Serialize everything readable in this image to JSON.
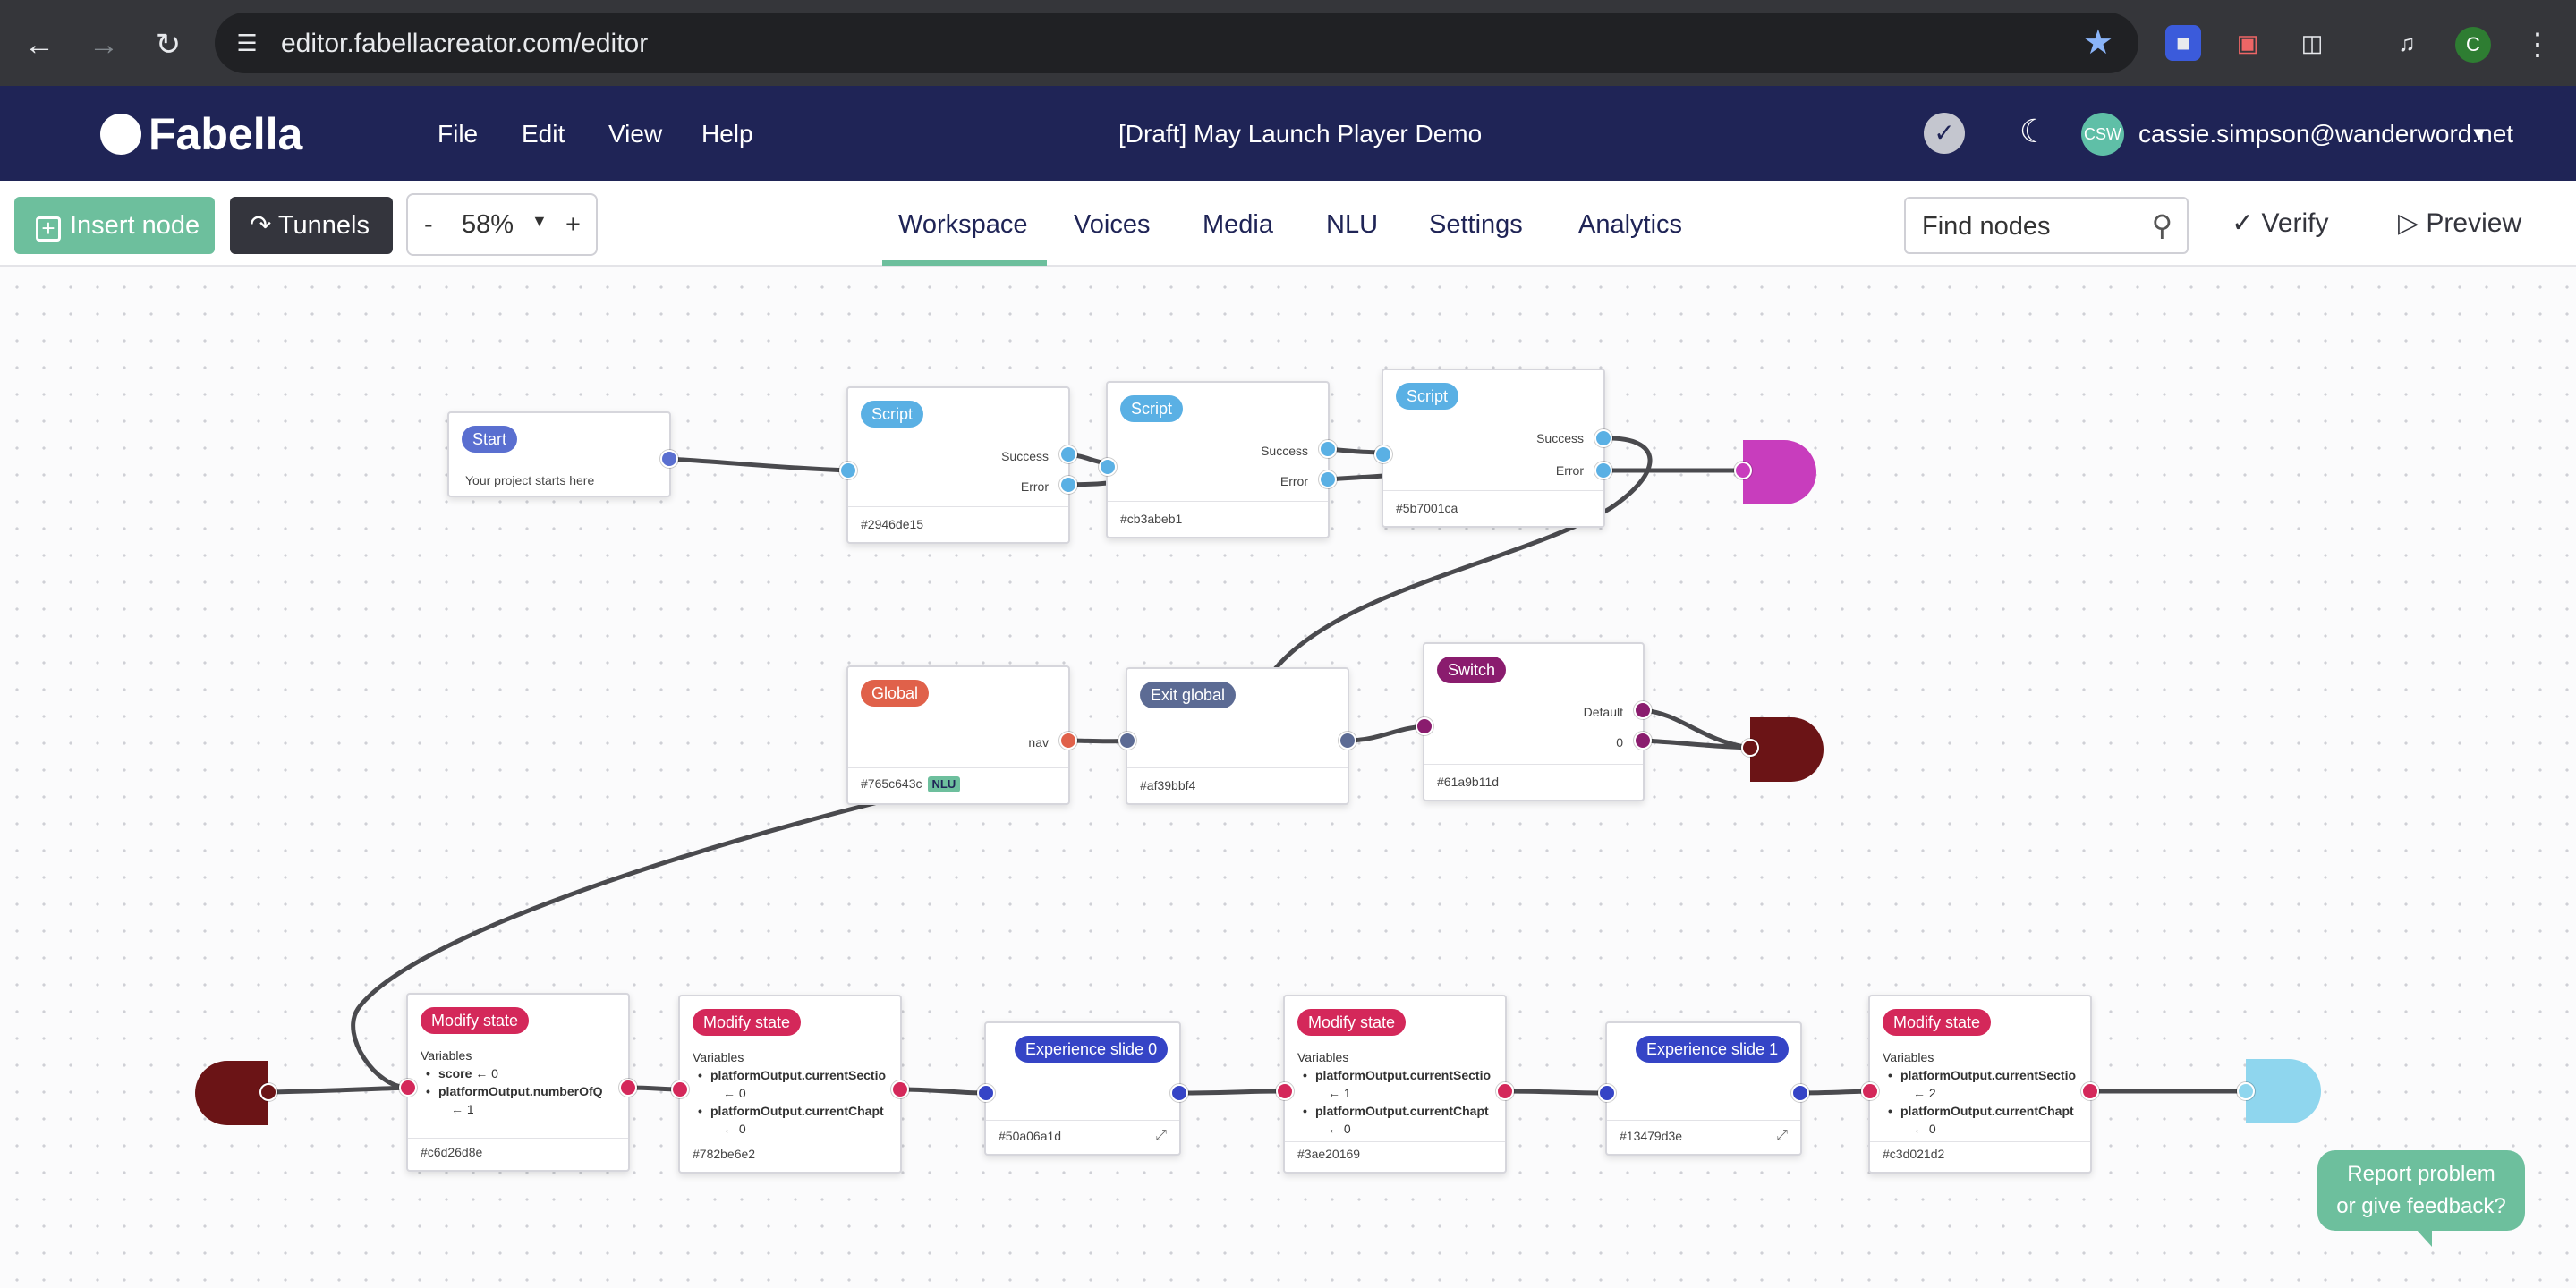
{
  "browser": {
    "url": "editor.fabellacreator.com/editor",
    "profile_initial": "C"
  },
  "header": {
    "logo_text": "Fabella",
    "menu": [
      "File",
      "Edit",
      "View",
      "Help"
    ],
    "project_title": "[Draft] May Launch Player Demo",
    "avatar_initials": "CSW",
    "user_email": "cassie.simpson@wanderword.net"
  },
  "toolbar": {
    "insert_node_label": "Insert node",
    "tunnels_label": "Tunnels",
    "zoom_minus": "-",
    "zoom_value": "58%",
    "zoom_plus": "+",
    "tabs": [
      "Workspace",
      "Voices",
      "Media",
      "NLU",
      "Settings",
      "Analytics"
    ],
    "active_tab": "Workspace",
    "find_placeholder": "Find nodes",
    "verify_label": "Verify",
    "preview_label": "Preview"
  },
  "colors": {
    "header_bg": "#1f2456",
    "accent_green": "#6dbf9d",
    "script": "#5ab0e4",
    "start": "#5a6fd0",
    "global": "#e0614a",
    "exit_global": "#5c6b94",
    "switch": "#8a1c6e",
    "modify_state": "#d4285a",
    "experience_slide": "#3544c6",
    "terminal_magenta": "#c83dbd",
    "terminal_dark": "#6b1416",
    "terminal_light": "#8fd6ee"
  },
  "nodes": {
    "start": {
      "label": "Start",
      "text": "Your project starts here"
    },
    "script1": {
      "label": "Script",
      "success": "Success",
      "error": "Error",
      "id": "#2946de15"
    },
    "script2": {
      "label": "Script",
      "success": "Success",
      "error": "Error",
      "id": "#cb3abeb1"
    },
    "script3": {
      "label": "Script",
      "success": "Success",
      "error": "Error",
      "id": "#5b7001ca"
    },
    "global": {
      "label": "Global",
      "port": "nav",
      "id": "#765c643c",
      "badge": "NLU"
    },
    "exit_global": {
      "label": "Exit global",
      "id": "#af39bbf4"
    },
    "switch": {
      "label": "Switch",
      "default": "Default",
      "case0": "0",
      "id": "#61a9b11d"
    },
    "modify1": {
      "label": "Modify state",
      "vars_title": "Variables",
      "v1": "score",
      "v1_val": "← 0",
      "v2": "platformOutput.numberOfQ",
      "v2_val": "← 1",
      "id": "#c6d26d8e"
    },
    "modify2": {
      "label": "Modify state",
      "vars_title": "Variables",
      "v1": "platformOutput.currentSectio",
      "v1_val": "← 0",
      "v2": "platformOutput.currentChapt",
      "v2_val": "← 0",
      "id": "#782be6e2"
    },
    "exp0": {
      "label": "Experience slide 0",
      "id": "#50a06a1d"
    },
    "modify3": {
      "label": "Modify state",
      "vars_title": "Variables",
      "v1": "platformOutput.currentSectio",
      "v1_val": "← 1",
      "v2": "platformOutput.currentChapt",
      "v2_val": "← 0",
      "id": "#3ae20169"
    },
    "exp1": {
      "label": "Experience slide 1",
      "id": "#13479d3e"
    },
    "modify4": {
      "label": "Modify state",
      "vars_title": "Variables",
      "v1": "platformOutput.currentSectio",
      "v1_val": "← 2",
      "v2": "platformOutput.currentChapt",
      "v2_val": "← 0",
      "id": "#c3d021d2"
    }
  },
  "feedback": {
    "line1": "Report problem",
    "line2": "or give feedback?"
  }
}
